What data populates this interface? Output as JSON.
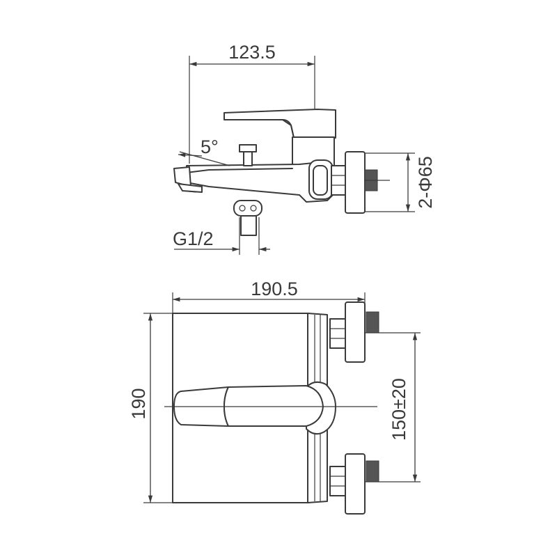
{
  "side_view": {
    "dim_width": "123.5",
    "dim_angle": "5°",
    "dim_thread": "G1/2",
    "dim_flange": "2-Φ65"
  },
  "front_view": {
    "dim_width": "190.5",
    "dim_height": "190",
    "dim_centers": "150±20"
  }
}
